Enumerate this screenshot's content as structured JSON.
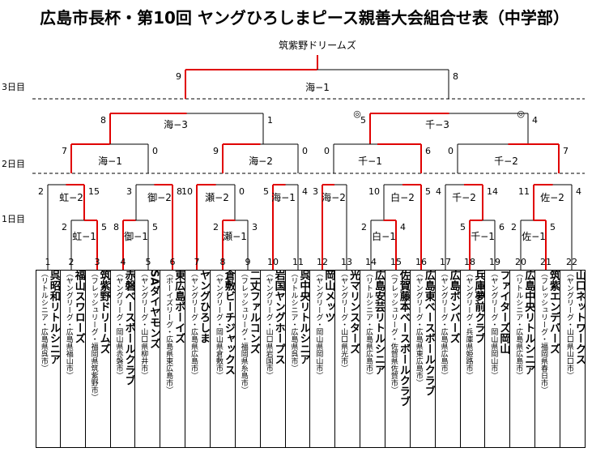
{
  "title": "広島市長杯・第10回 ヤングひろしまピース親善大会組合せ表（中学部）",
  "champion": "筑紫野ドリームズ",
  "rounds": [
    "3日目",
    "2日目",
    "1日目"
  ],
  "matches": [
    {
      "label": "海−1",
      "left_score": "9",
      "right_score": "8"
    },
    {
      "label": "海−3",
      "left_score": "8",
      "right_score": "1"
    },
    {
      "label": "千−3",
      "left_score": "5",
      "right_score": "4",
      "left_mark": "◎",
      "right_mark": "◎"
    },
    {
      "label": "海−1",
      "left_score": "7",
      "right_score": "0"
    },
    {
      "label": "海−2",
      "left_score": "9",
      "right_score": "0"
    },
    {
      "label": "千−1",
      "left_score": "0",
      "right_score": "6"
    },
    {
      "label": "千−2",
      "left_score": "0",
      "right_score": "7"
    },
    {
      "label": "虹−2",
      "left_score": "2",
      "right_score": "15"
    },
    {
      "label": "御−2",
      "left_score": "3",
      "right_score": "8"
    },
    {
      "label": "瀬−2",
      "left_score": "10",
      "right_score": "0"
    },
    {
      "label": "海−1",
      "left_score": "5",
      "right_score": "4"
    },
    {
      "label": "海−2",
      "left_score": "3",
      "right_score": ""
    },
    {
      "label": "白−2",
      "left_score": "10",
      "right_score": "5"
    },
    {
      "label": "千−2",
      "left_score": "4",
      "right_score": "14"
    },
    {
      "label": "佐−2",
      "left_score": "11",
      "right_score": "4"
    },
    {
      "label": "虹−1",
      "left_score": "2",
      "right_score": "5"
    },
    {
      "label": "御−1",
      "left_score": "8",
      "right_score": "5"
    },
    {
      "label": "瀬−1",
      "left_score": "2",
      "right_score": "3"
    },
    {
      "label": "白−1",
      "left_score": "2",
      "right_score": "4"
    },
    {
      "label": "千−1",
      "left_score": "5",
      "right_score": "6"
    },
    {
      "label": "佐−1",
      "left_score": "2",
      "right_score": "5"
    }
  ],
  "slots": [
    "1",
    "2",
    "3",
    "4",
    "5",
    "6",
    "7",
    "8",
    "9",
    "10",
    "11",
    "12",
    "13",
    "14",
    "15",
    "16",
    "17",
    "18",
    "19",
    "20",
    "21",
    "22"
  ],
  "teams": [
    {
      "name": "呉昭和リトルシニア",
      "sub": "（リトルシニア・広島県呉市）"
    },
    {
      "name": "福山スワローズ",
      "sub": "（ヤングリーグ・広島県福山市）"
    },
    {
      "name": "筑紫野ドリームズ",
      "sub": "（フレッシュリーグ・福岡県筑紫野市）"
    },
    {
      "name": "赤磐ベースボールクラブ",
      "sub": "（ヤングリーグ・岡山県赤磐市）"
    },
    {
      "name": "SAダイヤモンズ",
      "sub": "（ヤングリーグ・山口県柳井市）"
    },
    {
      "name": "東広島ボーイズ",
      "sub": "（ボーイズリーグ・広島県東広島市）"
    },
    {
      "name": "ヤングひろしま",
      "sub": "（ヤングリーグ・広島県広島市）"
    },
    {
      "name": "倉敷ビーチジャックス",
      "sub": "（ヤングリーグ・岡山県倉敷市）"
    },
    {
      "name": "二丈ファルコンズ",
      "sub": "（フレッシュリーグ・福岡県糸島市）"
    },
    {
      "name": "岩国ヤングホープス",
      "sub": "（ヤングリーグ・山口県岩国市）"
    },
    {
      "name": "呉中央リトルシニア",
      "sub": "（リトルシニア・広島県呉市）"
    },
    {
      "name": "岡山メッツ",
      "sub": "（ヤングリーグ・岡山県岡山市）"
    },
    {
      "name": "光マリンスターズ",
      "sub": "（ヤングリーグ・山口県光市）"
    },
    {
      "name": "広島安芸リトルシニア",
      "sub": "（リトルシニア・広島県広島市）"
    },
    {
      "name": "佐賀藤本ベースボールクラブ",
      "sub": "（フレッシュリーグ・佐賀県佐賀市）"
    },
    {
      "name": "広島東ベースボールクラブ",
      "sub": "（ヤングリーグ・広島県東広島市）"
    },
    {
      "name": "広島ボンバーズ",
      "sub": "（ヤングリーグ・広島県広島市）"
    },
    {
      "name": "兵庫夢前クラブ",
      "sub": "（ヤングリーグ・兵庫県姫路市）"
    },
    {
      "name": "ファイターズ岡山",
      "sub": "（ヤングリーグ・岡山県岡山市）"
    },
    {
      "name": "広島中央リトルシニア",
      "sub": "（リトルシニア・広島県広島市）"
    },
    {
      "name": "筑紫エンデバーズ",
      "sub": "（フレッシュリーグ・福岡県春日市）"
    },
    {
      "name": "山口ネットワークス",
      "sub": "（ヤングリーグ・山口県山口市）"
    }
  ]
}
